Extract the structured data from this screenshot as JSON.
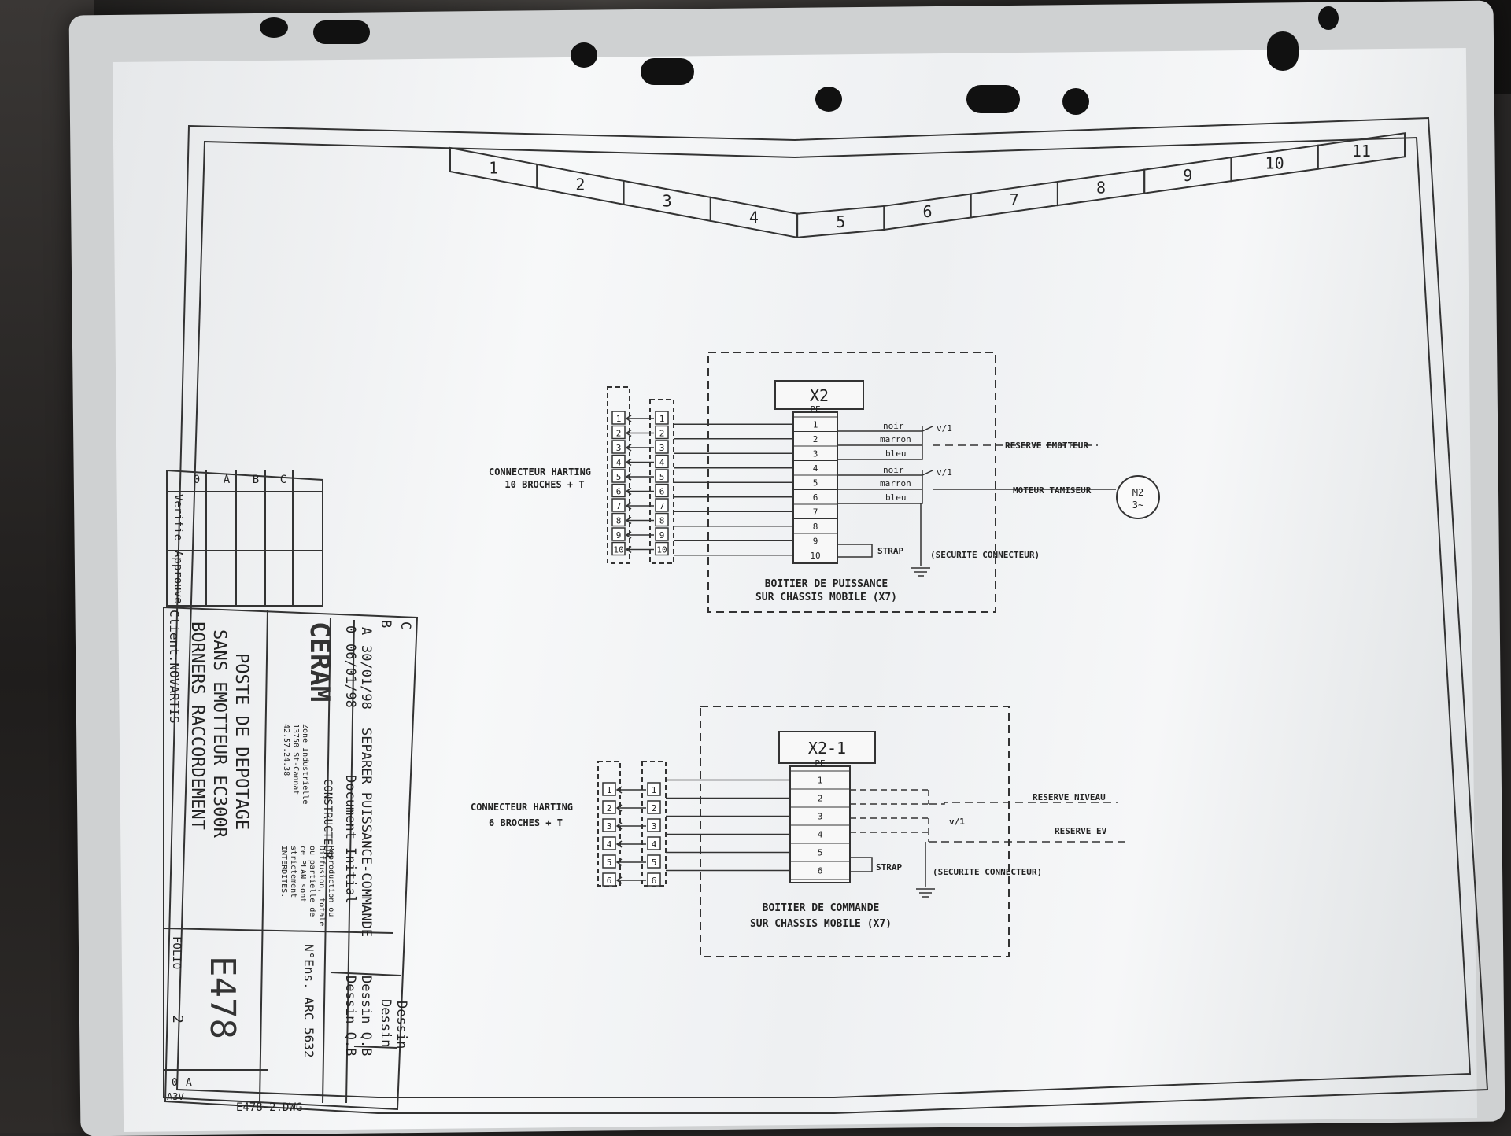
{
  "grid_columns": [
    "1",
    "2",
    "3",
    "4",
    "5",
    "6",
    "7",
    "8",
    "9",
    "10",
    "11"
  ],
  "power_box": {
    "connector_label": "X2",
    "harting_label_line1": "CONNECTEUR HARTING",
    "harting_label_line2": "10 BROCHES + T",
    "pins": [
      "1",
      "2",
      "3",
      "4",
      "5",
      "6",
      "7",
      "8",
      "9",
      "10"
    ],
    "terminal_pe": "PE",
    "terminals": [
      "1",
      "2",
      "3",
      "4",
      "5",
      "6",
      "7",
      "8",
      "9",
      "10"
    ],
    "wire_noir_1": "noir",
    "wire_marron_1": "marron",
    "wire_bleu_1": "bleu",
    "wire_noir_2": "noir",
    "wire_marron_2": "marron",
    "wire_bleu_2": "bleu",
    "v1_a": "v/1",
    "v1_b": "v/1",
    "reserve_emotteur": "RESERVE EMOTTEUR",
    "moteur_tamiseur": "MOTEUR TAMISEUR",
    "motor_label": "M2",
    "motor_sub": "3~",
    "strap": "STRAP",
    "securite": "(SECURITE CONNECTEUR)",
    "box_title_line1": "BOITIER DE PUISSANCE",
    "box_title_line2": "SUR CHASSIS MOBILE (X7)"
  },
  "command_box": {
    "connector_label": "X2-1",
    "harting_label_line1": "CONNECTEUR HARTING",
    "harting_label_line2": "6 BROCHES + T",
    "pins": [
      "1",
      "2",
      "3",
      "4",
      "5",
      "6"
    ],
    "terminal_pe": "PE",
    "terminals": [
      "1",
      "2",
      "3",
      "4",
      "5",
      "6"
    ],
    "reserve_niveau": "RESERVE NIVEAU",
    "reserve_ev": "RESERVE EV",
    "v1": "v/1",
    "strap": "STRAP",
    "securite": "(SECURITE CONNECTEUR)",
    "box_title_line1": "BOITIER DE COMMANDE",
    "box_title_line2": "SUR CHASSIS MOBILE (X7)"
  },
  "revision_block": {
    "letters": [
      "0",
      "A",
      "B",
      "C"
    ],
    "verifie": "Verifie",
    "approuve": "Approuve"
  },
  "title_block": {
    "revisions": [
      {
        "letter": "A",
        "date": "30/01/98",
        "description": "SEPARER PUISSANCE-COMMANDE",
        "drawn": "Dessin Q.B"
      },
      {
        "letter": "0",
        "date": "06/01/98",
        "description": "Document Initial",
        "drawn": "Dessin Q.B"
      }
    ],
    "rev_letters_top": [
      "B",
      "C"
    ],
    "company": "CERAM",
    "constructeur": "CONSTRUCTEUR",
    "address": [
      "Zone Industrielle",
      "13750 St-Cannat",
      "42.57.24.38"
    ],
    "reproduction": [
      "Reproduction ou",
      "Diffusion, totale",
      "ou partielle de",
      "ce PLAN sont",
      "strictement",
      "INTERDITES."
    ],
    "title_lines": [
      "POSTE DE DEPOTAGE",
      "SANS EMOTTEUR EC300R",
      "BORNERS RACCORDEMENT"
    ],
    "client": "Client:NOVARTIS",
    "n_ens": "N°Ens. ARC 5632",
    "dessin_label": "Dessin",
    "drawing_number": "E478",
    "folio_label": "FOLIO",
    "folio": "2",
    "format": "A3V",
    "footer_letters": [
      "0",
      "A"
    ],
    "file_name": "E478-2.DWG"
  }
}
